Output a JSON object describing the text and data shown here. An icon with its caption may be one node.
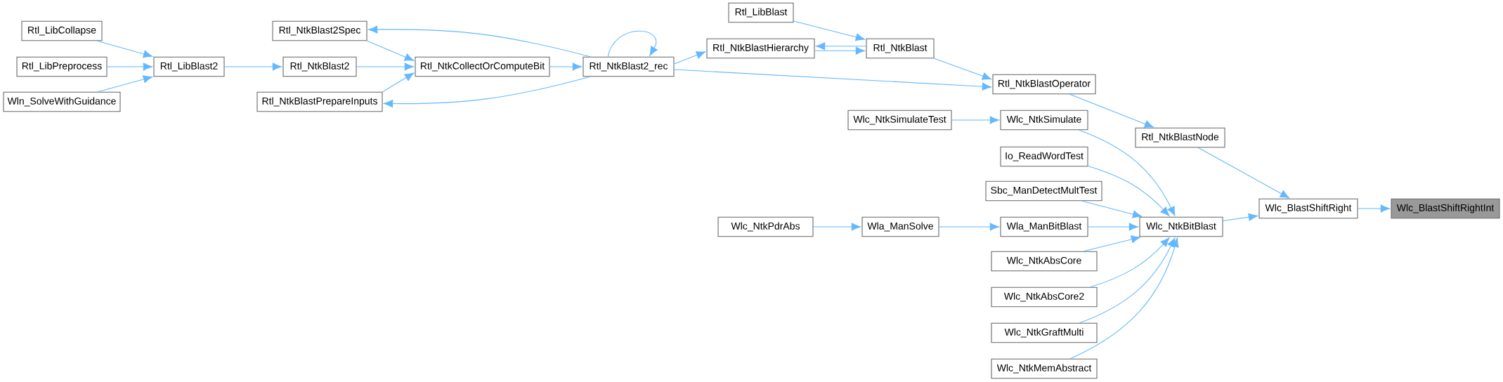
{
  "diagram": {
    "nodes": [
      {
        "text": [
          "Rtl_LibCollapse"
        ]
      },
      {
        "text": [
          "Rtl_LibPreprocess"
        ]
      },
      {
        "text": [
          "Wln_SolveWithGuidance"
        ]
      },
      {
        "text": [
          "Rtl_LibBlast2"
        ]
      },
      {
        "text": [
          "Rtl_NtkBlast2Spec"
        ]
      },
      {
        "text": [
          "Rtl_NtkBlast2"
        ]
      },
      {
        "text": [
          "Rtl_NtkBlastPrepareInputs"
        ]
      },
      {
        "text": [
          "Rtl_NtkCollectOrComputeBit"
        ]
      },
      {
        "text": [
          "Rtl_NtkBlast2_rec"
        ]
      },
      {
        "text": [
          "Rtl_LibBlast"
        ]
      },
      {
        "text": [
          "Rtl_NtkBlastHierarchy"
        ]
      },
      {
        "text": [
          "Rtl_NtkBlast"
        ]
      },
      {
        "text": [
          "Rtl_NtkBlastOperator"
        ]
      },
      {
        "text": [
          "Wlc_NtkSimulateTest"
        ]
      },
      {
        "text": [
          "Wlc_NtkSimulate"
        ]
      },
      {
        "text": [
          "Rtl_NtkBlastNode"
        ]
      },
      {
        "text": [
          "Io_ReadWordTest"
        ]
      },
      {
        "text": [
          "Sbc_ManDetectMultTest"
        ]
      },
      {
        "text": [
          "Wlc_NtkPdrAbs"
        ]
      },
      {
        "text": [
          "Wla_ManSolve"
        ]
      },
      {
        "text": [
          "Wla_ManBitBlast"
        ]
      },
      {
        "text": [
          "Wlc_NtkBitBlast"
        ]
      },
      {
        "text": [
          "Wlc_NtkAbsCore"
        ]
      },
      {
        "text": [
          "Wlc_NtkAbsCore2"
        ]
      },
      {
        "text": [
          "Wlc_NtkGraftMulti"
        ]
      },
      {
        "text": [
          "Wlc_NtkMemAbstract"
        ]
      },
      {
        "text": [
          "Wlc_BlastShiftRight"
        ]
      },
      {
        "text": [
          "Wlc_BlastShiftRightInt"
        ]
      }
    ],
    "edges": [
      {
        "from": 0,
        "to": 3,
        "arrow": "to"
      },
      {
        "from": 1,
        "to": 3,
        "arrow": "to"
      },
      {
        "from": 2,
        "to": 3,
        "arrow": "to"
      },
      {
        "from": 3,
        "to": 5,
        "arrow": "to"
      },
      {
        "from": 4,
        "to": 7,
        "arrow": "to"
      },
      {
        "from": 5,
        "to": 7,
        "arrow": "to"
      },
      {
        "from": 6,
        "to": 7,
        "arrow": "to"
      },
      {
        "from": 7,
        "to": 8,
        "arrow": "to"
      },
      {
        "from": 8,
        "to": 4,
        "arrow": "to"
      },
      {
        "from": 8,
        "to": 6,
        "arrow": "to"
      },
      {
        "from": 8,
        "to": 8,
        "arrow": "to"
      },
      {
        "from": 8,
        "to": 10,
        "arrow": "to"
      },
      {
        "from": 9,
        "to": 11,
        "arrow": "to"
      },
      {
        "from": 11,
        "to": 10,
        "arrow": "to"
      },
      {
        "from": 10,
        "to": 11,
        "arrow": "to"
      },
      {
        "from": 11,
        "to": 12,
        "arrow": "to"
      },
      {
        "from": 8,
        "to": 12,
        "arrow": "to"
      },
      {
        "from": 12,
        "to": 15,
        "arrow": "to"
      },
      {
        "from": 13,
        "to": 14,
        "arrow": "to"
      },
      {
        "from": 14,
        "to": 21,
        "arrow": "to"
      },
      {
        "from": 16,
        "to": 21,
        "arrow": "to"
      },
      {
        "from": 17,
        "to": 21,
        "arrow": "to"
      },
      {
        "from": 18,
        "to": 19,
        "arrow": "to"
      },
      {
        "from": 19,
        "to": 20,
        "arrow": "to"
      },
      {
        "from": 20,
        "to": 21,
        "arrow": "to"
      },
      {
        "from": 22,
        "to": 21,
        "arrow": "to"
      },
      {
        "from": 23,
        "to": 21,
        "arrow": "to"
      },
      {
        "from": 24,
        "to": 21,
        "arrow": "to"
      },
      {
        "from": 25,
        "to": 21,
        "arrow": "to"
      },
      {
        "from": 15,
        "to": 26,
        "arrow": "to"
      },
      {
        "from": 21,
        "to": 26,
        "arrow": "to"
      },
      {
        "from": 26,
        "to": 27,
        "arrow": "to"
      }
    ]
  }
}
